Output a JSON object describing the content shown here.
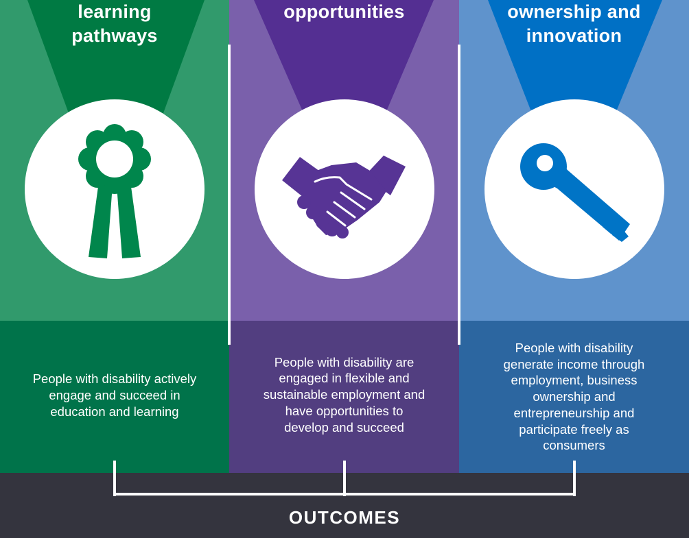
{
  "columns": [
    {
      "id": "education",
      "title_lines": [
        "learning",
        "pathways"
      ],
      "icon": "award-ribbon-icon",
      "outcome_lines": [
        "People with disability actively",
        "engage and succeed in",
        "education and learning"
      ]
    },
    {
      "id": "employment",
      "title_lines": [
        "opportunities"
      ],
      "icon": "handshake-icon",
      "outcome_lines": [
        "People with disability are",
        "engaged in flexible and",
        "sustainable employment and",
        "have opportunities to",
        "develop and succeed"
      ]
    },
    {
      "id": "enterprise",
      "title_lines": [
        "ownership and",
        "innovation"
      ],
      "icon": "key-icon",
      "outcome_lines": [
        "People with disability",
        "generate income through",
        "employment, business",
        "ownership and",
        "entrepreneurship and",
        "participate freely as",
        "consumers"
      ]
    }
  ],
  "footer": {
    "label": "OUTCOMES"
  },
  "colors": {
    "green_light": "#319a6c",
    "green_beam": "#007a43",
    "green_dark": "#00734a",
    "purple_light": "#7a60ab",
    "purple_beam": "#542f92",
    "purple_dark": "#523e80",
    "blue_light": "#5f93cc",
    "blue_beam": "#0070c5",
    "blue_dark": "#2c66a0",
    "footer_bg": "#34343e"
  }
}
